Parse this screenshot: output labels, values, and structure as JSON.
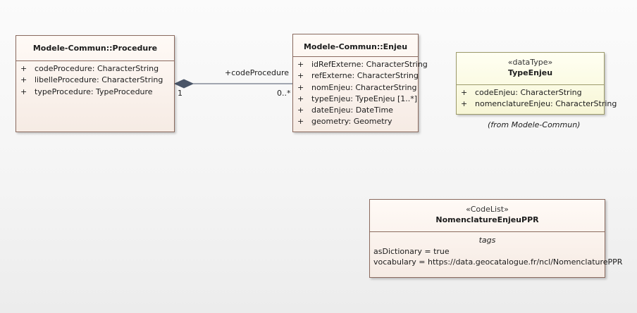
{
  "procedure": {
    "title": "Modele-Commun::Procedure",
    "attributes": [
      {
        "vis": "+",
        "text": "codeProcedure: CharacterString"
      },
      {
        "vis": "+",
        "text": "libelleProcedure: CharacterString"
      },
      {
        "vis": "+",
        "text": "typeProcedure: TypeProcedure"
      }
    ]
  },
  "enjeu": {
    "title": "Modele-Commun::Enjeu",
    "attributes": [
      {
        "vis": "+",
        "text": "idRefExterne: CharacterString"
      },
      {
        "vis": "+",
        "text": "refExterne: CharacterString"
      },
      {
        "vis": "+",
        "text": "nomEnjeu: CharacterString"
      },
      {
        "vis": "+",
        "text": "typeEnjeu: TypeEnjeu [1..*]"
      },
      {
        "vis": "+",
        "text": "dateEnjeu: DateTime"
      },
      {
        "vis": "+",
        "text": "geometry: Geometry"
      }
    ]
  },
  "type_enjeu": {
    "stereotype": "«dataType»",
    "title": "TypeEnjeu",
    "attributes": [
      {
        "vis": "+",
        "text": "codeEnjeu: CharacterString"
      },
      {
        "vis": "+",
        "text": "nomenclatureEnjeu: CharacterString"
      }
    ],
    "note": "(from Modele-Commun)"
  },
  "nomenclature": {
    "stereotype": "«CodeList»",
    "title": "NomenclatureEnjeuPPR",
    "tags_heading": "tags",
    "tags": [
      "asDictionary = true",
      "vocabulary = https://data.geocatalogue.fr/ncl/NomenclaturePPR"
    ]
  },
  "association": {
    "role": "+codeProcedure",
    "source_multiplicity": "1",
    "target_multiplicity": "0..*"
  },
  "colors": {
    "connector": "#4a5568",
    "class_border": "#8a6a5e",
    "datatype_border": "#9c9a6a"
  }
}
